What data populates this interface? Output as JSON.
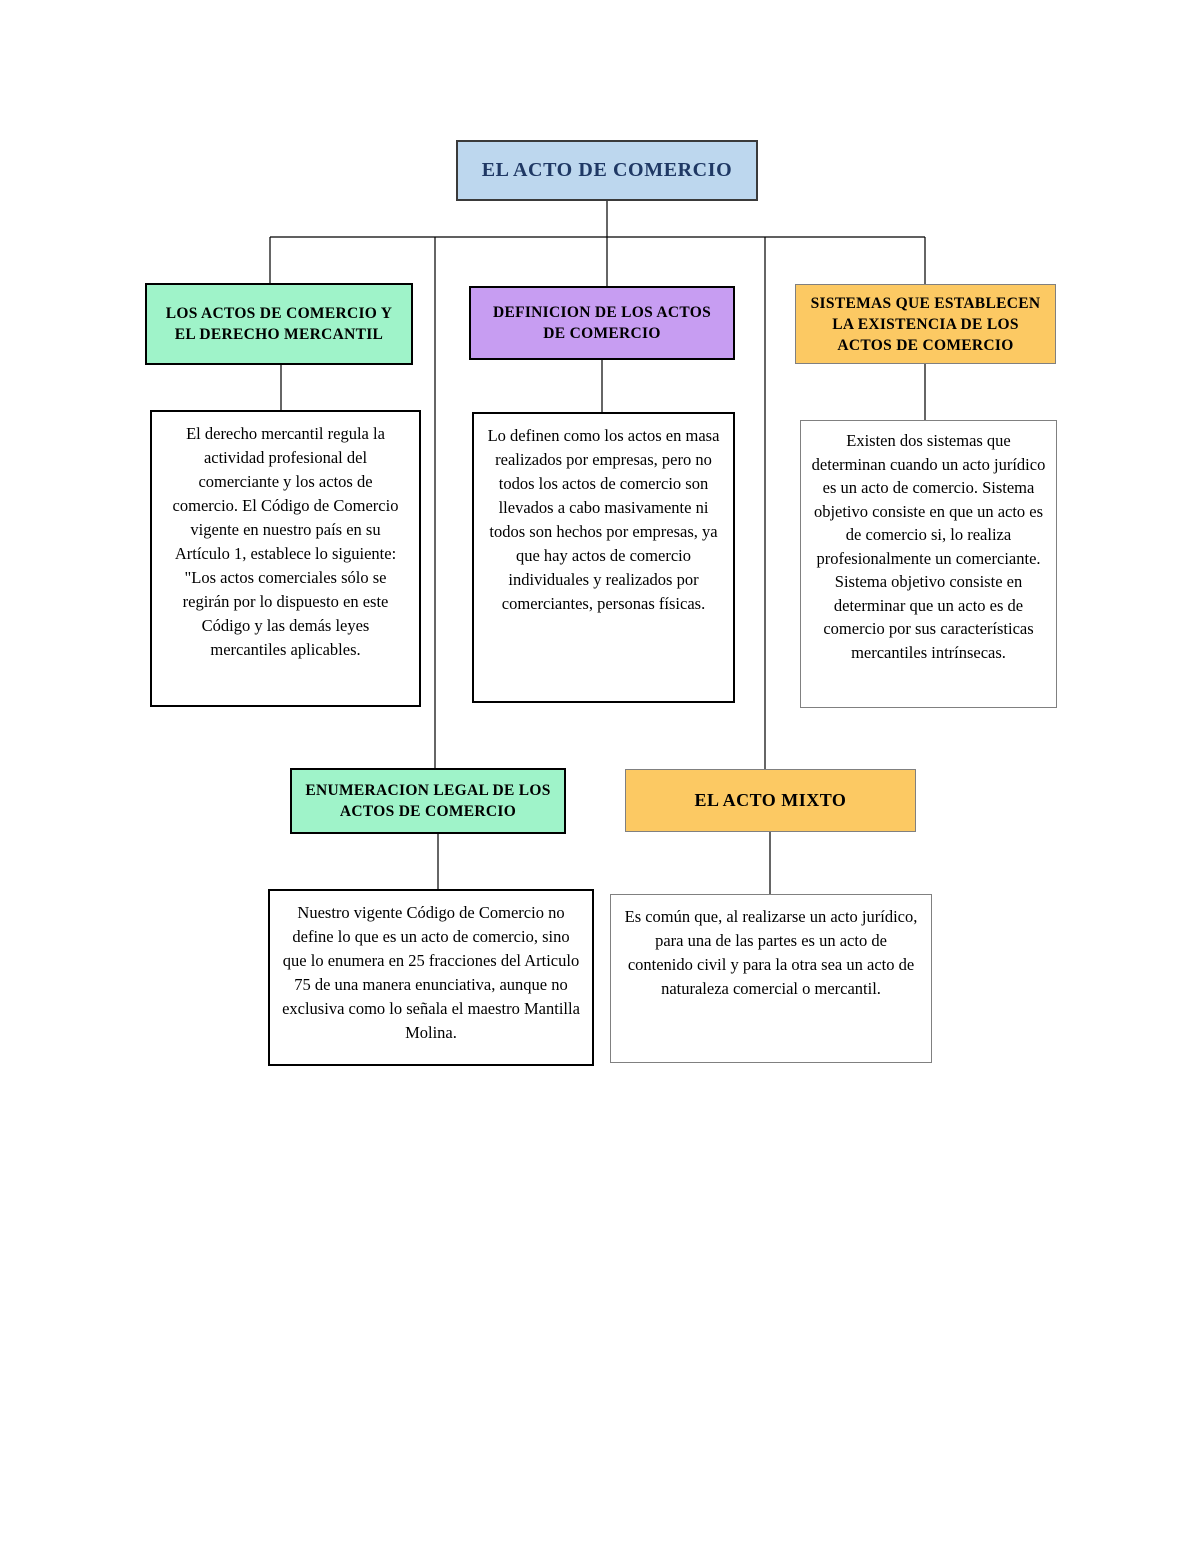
{
  "colors": {
    "root_fill": "#bdd7ee",
    "root_title_color": "#1f3864",
    "green_fill": "#9ff3c9",
    "purple_fill": "#c79df2",
    "orange_fill": "#fcc963",
    "dark_border": "#000000",
    "gray_border": "#808080",
    "connector_line": "#000000",
    "background": "#ffffff"
  },
  "root": {
    "title": "EL ACTO DE COMERCIO"
  },
  "branches": {
    "derecho_mercantil": {
      "heading": "LOS ACTOS DE COMERCIO Y EL DERECHO MERCANTIL",
      "body": "El derecho mercantil regula la actividad profesional del comerciante y los actos de comercio. El Código de Comercio vigente en nuestro país en su Artículo 1, establece lo siguiente: \"Los actos comerciales sólo se regirán por lo dispuesto en este Código y las demás leyes mercantiles aplicables."
    },
    "definicion": {
      "heading": "DEFINICION DE LOS ACTOS DE COMERCIO",
      "body": "Lo definen como los actos en masa realizados por empresas, pero no todos los actos de comercio son llevados a cabo masivamente ni todos son hechos por empresas, ya que hay actos de comercio individuales y realizados por comerciantes, personas físicas."
    },
    "sistemas": {
      "heading": "SISTEMAS QUE ESTABLECEN LA EXISTENCIA DE LOS ACTOS DE COMERCIO",
      "body": "Existen dos sistemas que determinan cuando un acto jurídico es un acto de comercio. Sistema objetivo consiste en que un acto es de comercio si, lo realiza profesionalmente un comerciante. Sistema objetivo consiste en determinar que un acto es de comercio por sus características mercantiles intrínsecas."
    },
    "enumeracion": {
      "heading": "ENUMERACION LEGAL DE LOS ACTOS DE COMERCIO",
      "body": "Nuestro vigente Código de Comercio no define lo que es un acto de comercio, sino que lo enumera en 25 fracciones del Articulo 75 de una manera enunciativa, aunque no exclusiva como lo señala el maestro Mantilla Molina."
    },
    "acto_mixto": {
      "heading": "EL ACTO MIXTO",
      "body": "Es común que, al realizarse un acto jurídico, para una de las partes es un acto de contenido civil y para la otra sea un acto de naturaleza comercial o mercantil."
    }
  }
}
